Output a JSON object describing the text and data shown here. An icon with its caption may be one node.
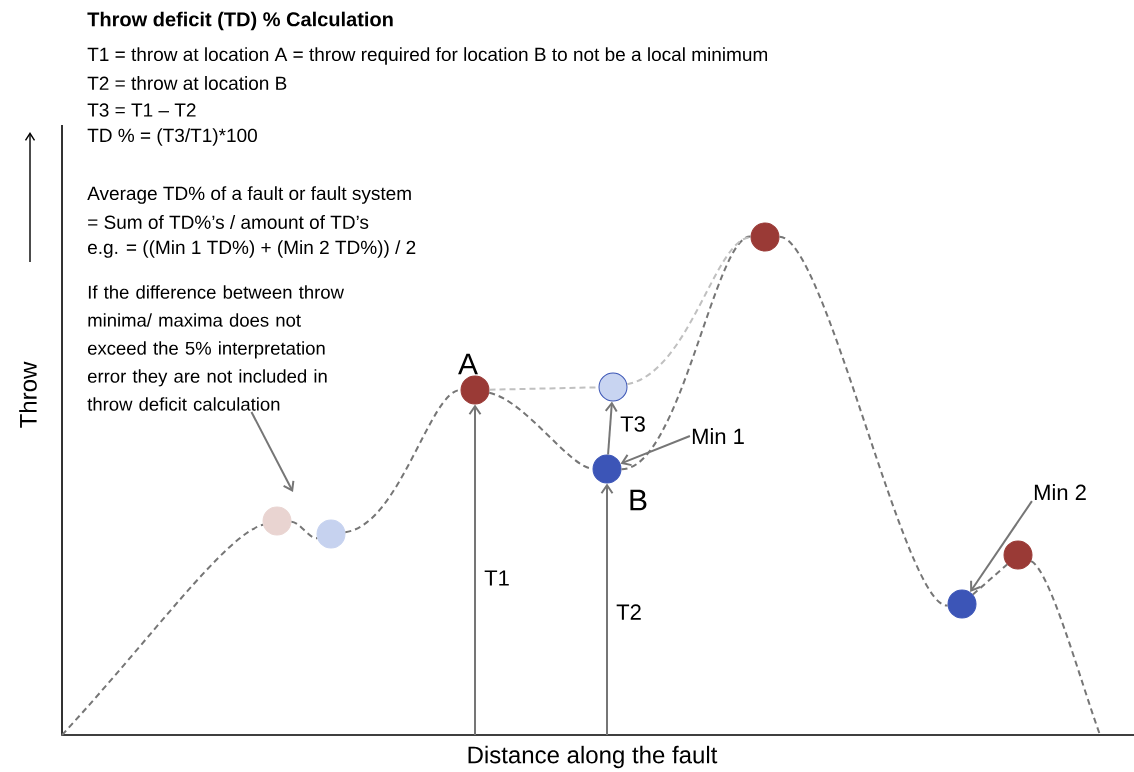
{
  "diagram": {
    "title": "Throw deficit (TD) % Calculation",
    "nodes": [
      {
        "text": [],
        "shape": "circle"
      },
      {
        "text": [],
        "shape": "circle"
      },
      {
        "text": [],
        "shape": "circle",
        "beside": [
          "A"
        ]
      },
      {
        "text": [],
        "shape": "circle"
      },
      {
        "text": [],
        "shape": "circle",
        "beside": [
          "B"
        ]
      },
      {
        "text": [],
        "shape": "circle"
      },
      {
        "text": [],
        "shape": "circle"
      },
      {
        "text": [],
        "shape": "circle"
      },
      {
        "text": [
          "If the difference between throw minima/ maxima does not exceed the 5% interpretation error they are not included in throw deficit calculation"
        ]
      },
      {
        "text": [
          "Min 1"
        ]
      },
      {
        "text": [
          "Min 2"
        ]
      }
    ],
    "edges": [
      {
        "from": null,
        "to": 0,
        "arrow": "none",
        "style": "dashed"
      },
      {
        "from": 0,
        "to": 1,
        "arrow": "none",
        "style": "dashed"
      },
      {
        "from": 1,
        "to": 2,
        "arrow": "none",
        "style": "dashed"
      },
      {
        "from": 2,
        "to": 4,
        "arrow": "none",
        "style": "dashed"
      },
      {
        "from": 4,
        "to": 5,
        "arrow": "none",
        "style": "dashed"
      },
      {
        "from": 2,
        "to": 3,
        "arrow": "none",
        "style": "dashed",
        "color": "#c0c0c0"
      },
      {
        "from": 3,
        "to": 5,
        "arrow": "none",
        "style": "dashed",
        "color": "#c0c0c0"
      },
      {
        "from": 5,
        "to": 6,
        "arrow": "none",
        "style": "dashed"
      },
      {
        "from": 6,
        "to": 7,
        "arrow": "none",
        "style": "dashed"
      },
      {
        "from": 7,
        "to": null,
        "arrow": "none",
        "style": "dashed"
      },
      {
        "from": null,
        "to": 2,
        "arrow": "to",
        "label": "T1"
      },
      {
        "from": null,
        "to": 4,
        "arrow": "to",
        "label": "T2"
      },
      {
        "from": 4,
        "to": 3,
        "arrow": "to",
        "label": "T3"
      },
      {
        "from": 8,
        "to": null,
        "arrow": "to"
      },
      {
        "from": 9,
        "to": 4,
        "arrow": "to"
      },
      {
        "from": 10,
        "to": 6,
        "arrow": "to"
      }
    ],
    "labels": [
      "T1 = throw at location A = throw required for location B to not be a local minimum",
      "T2 = throw at location B",
      "T3 = T1 – T2",
      "TD % = (T3/T1)*100",
      "Average TD% of a fault or fault system",
      "= Sum of TD%’s / amount of  TD’s",
      "e.g. = ((Min 1 TD%) + (Min 2 TD%)) / 2",
      "Throw",
      "Distance along the fault"
    ]
  }
}
